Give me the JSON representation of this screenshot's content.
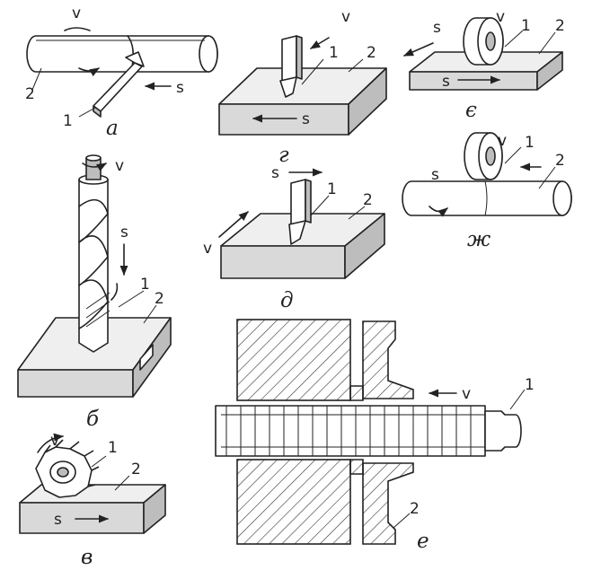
{
  "panels": {
    "a": {
      "caption": "а",
      "v": "v",
      "s": "s",
      "tool": "1",
      "work": "2"
    },
    "b": {
      "caption": "б",
      "v": "v",
      "s": "s",
      "tool": "1",
      "work": "2"
    },
    "v": {
      "caption": "в",
      "v": "v",
      "s": "s",
      "tool": "1",
      "work": "2"
    },
    "g": {
      "caption": "г",
      "v": "v",
      "s": "s",
      "tool": "1",
      "work": "2"
    },
    "d": {
      "caption": "д",
      "v": "v",
      "s": "s",
      "tool": "1",
      "work": "2"
    },
    "e": {
      "caption": "е",
      "v": "v",
      "tool": "1",
      "work": "2"
    },
    "ye": {
      "caption": "є",
      "v": "v",
      "s_top": "s",
      "s_bottom": "s",
      "tool": "1",
      "work": "2"
    },
    "zh": {
      "caption": "ж",
      "v": "v",
      "s": "s",
      "tool": "1",
      "work": "2"
    }
  }
}
